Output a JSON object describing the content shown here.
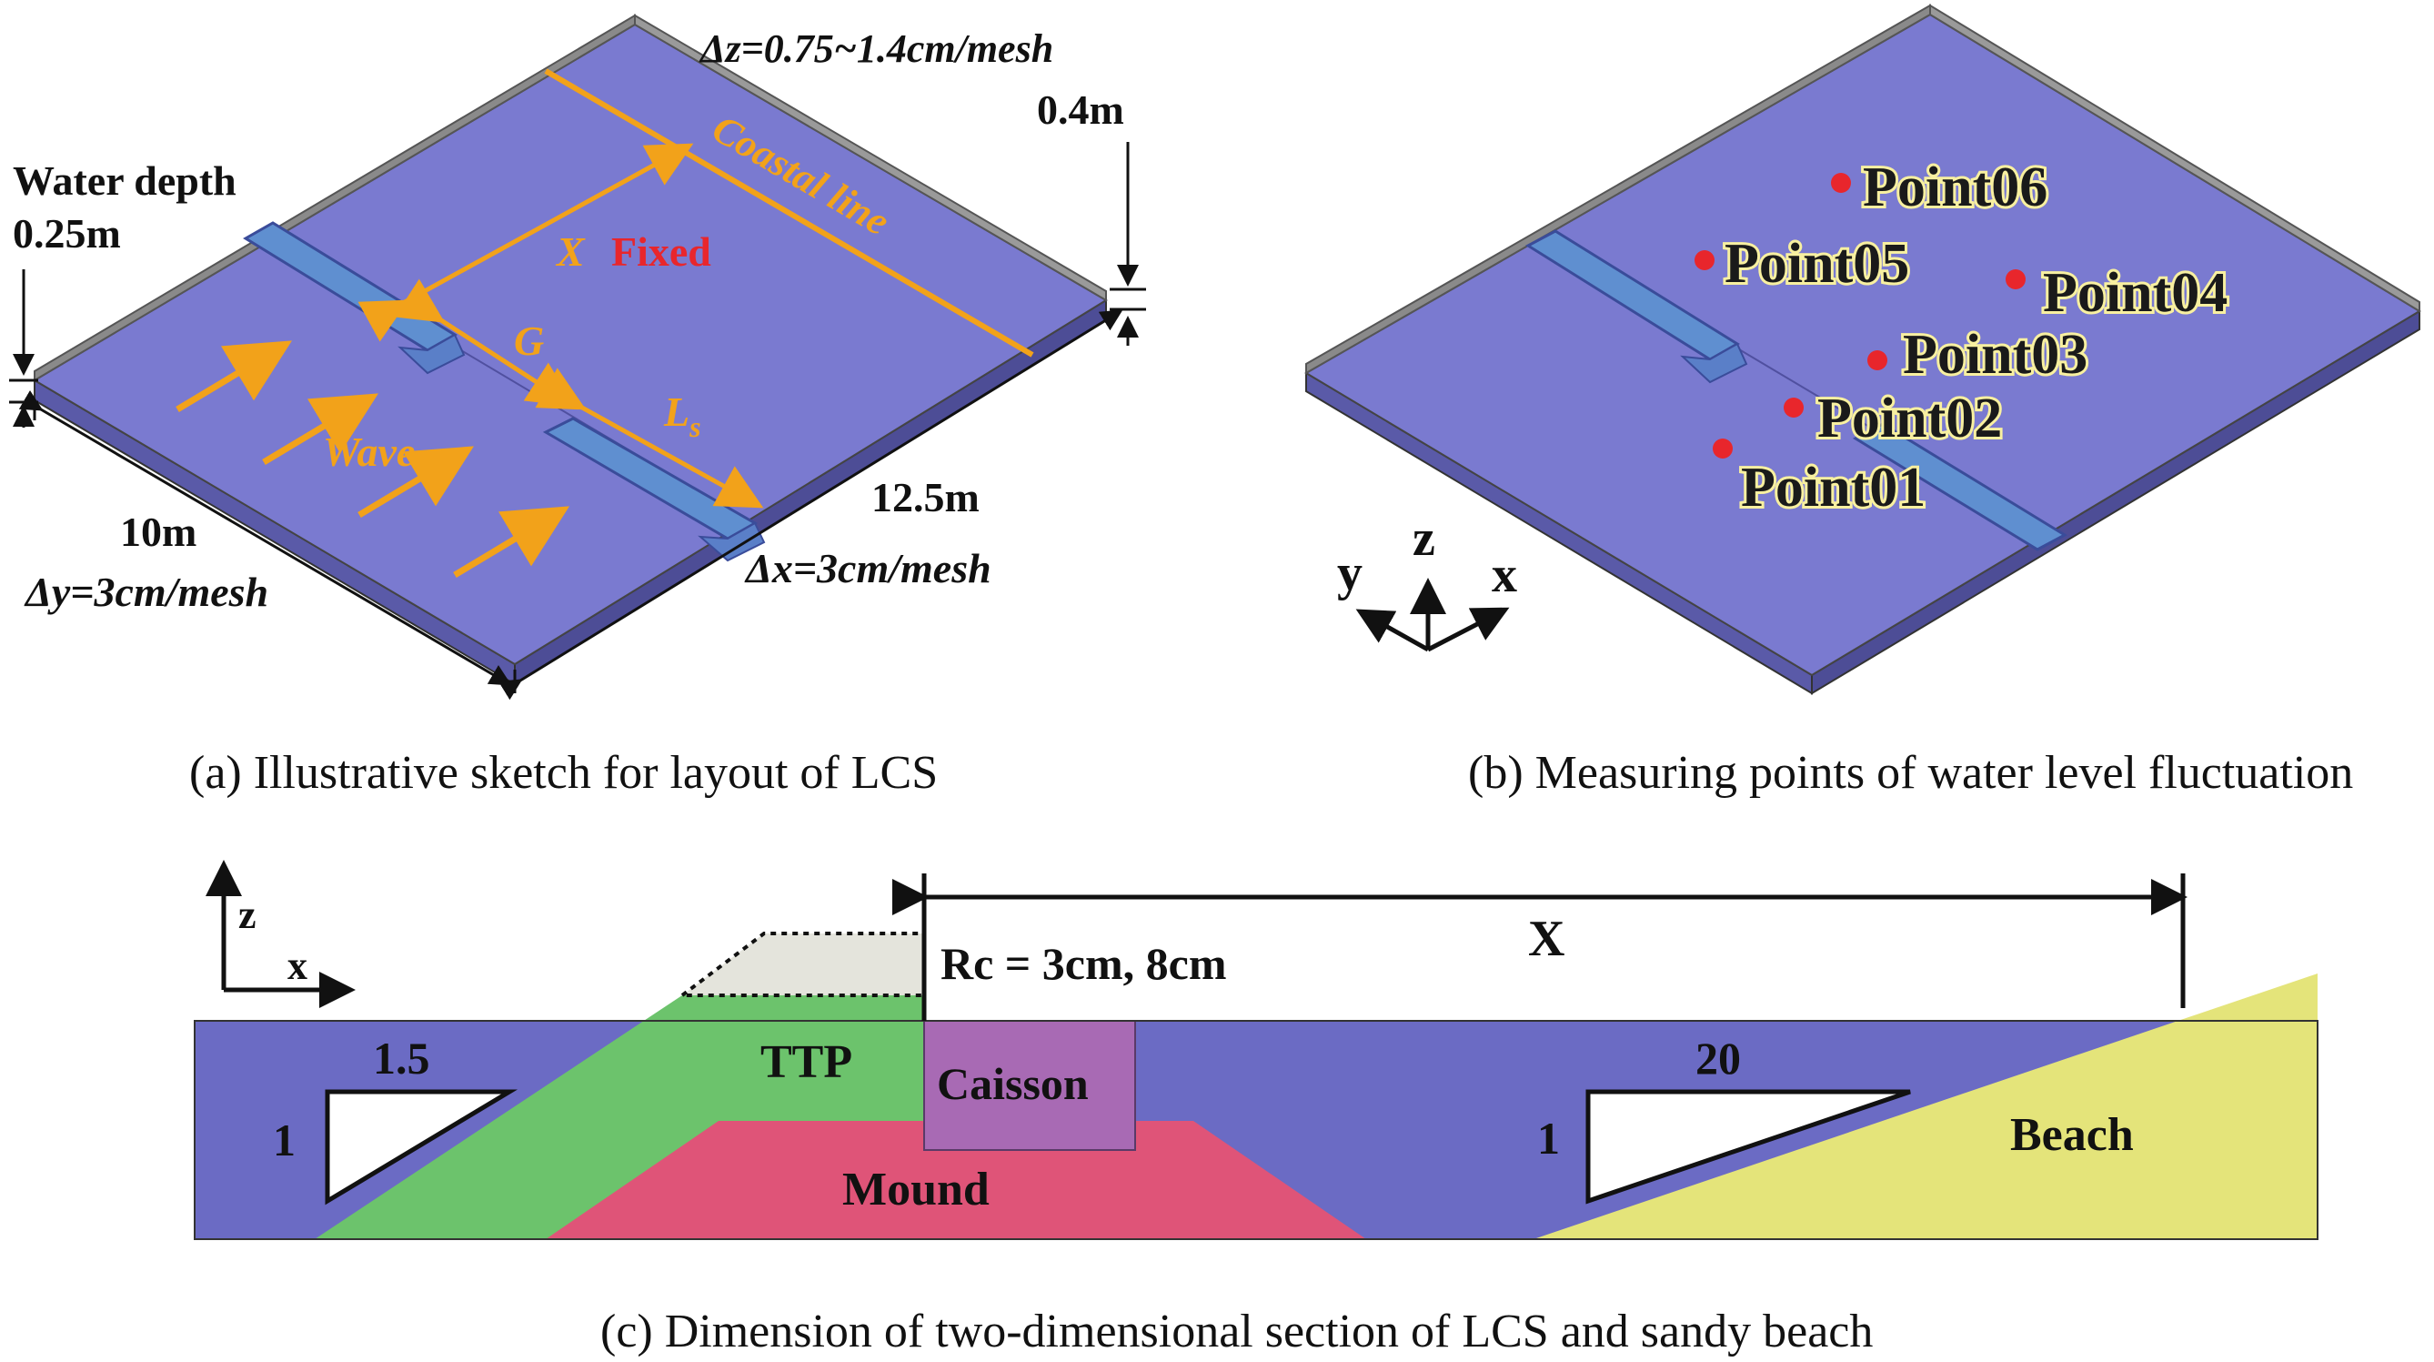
{
  "panel_a": {
    "caption": "(a) Illustrative sketch for layout of LCS",
    "dz": "Δz=0.75~1.4cm/mesh",
    "height": "0.4m",
    "water_depth_line1": "Water depth",
    "water_depth_line2": "0.25m",
    "coastal_line": "Coastal line",
    "x_label": "X",
    "fixed": "Fixed",
    "g_label": "G",
    "ls_label": "L",
    "ls_sub": "s",
    "wave": "Wave",
    "len_y": "10m",
    "dy": "Δy=3cm/mesh",
    "len_x": "12.5m",
    "dx": "Δx=3cm/mesh"
  },
  "panel_b": {
    "caption": "(b) Measuring points of water level fluctuation",
    "points": [
      "Point06",
      "Point05",
      "Point04",
      "Point03",
      "Point02",
      "Point01"
    ],
    "axis_z": "z",
    "axis_y": "y",
    "axis_x": "x"
  },
  "panel_c": {
    "caption": "(c) Dimension of two-dimensional section of LCS and sandy beach",
    "axis_z": "z",
    "axis_x": "x",
    "x_label": "X",
    "rc": "Rc = 3cm, 8cm",
    "slope1_run": "1.5",
    "slope1_rise": "1",
    "ttp": "TTP",
    "caisson": "Caisson",
    "mound": "Mound",
    "slope2_run": "20",
    "slope2_rise": "1",
    "beach": "Beach"
  },
  "colors": {
    "water": "#6b6bc4",
    "water_light": "#7a7ad0",
    "ttp": "#6cc36c",
    "mound": "#df5478",
    "caisson": "#a86ab4",
    "beach": "#e4e47a",
    "annotation": "#f2a21a",
    "point": "#e8262c"
  }
}
